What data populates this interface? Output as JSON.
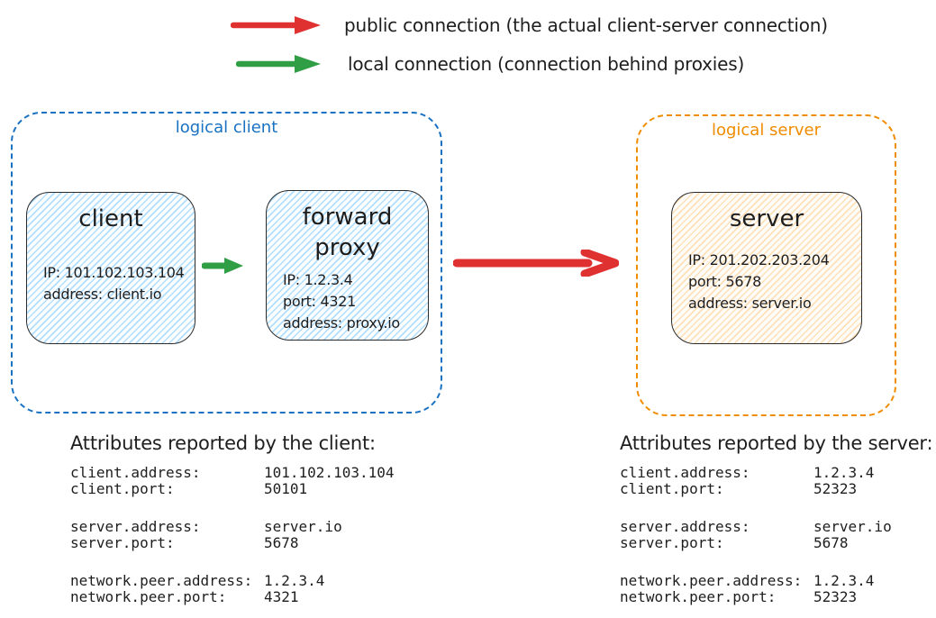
{
  "colors": {
    "public_connection": "#e03131",
    "local_connection": "#2f9e44",
    "logical_client": "#1971c2",
    "logical_server": "#f08c00",
    "ink": "#1e1e1e"
  },
  "legend": {
    "public": {
      "label": "public connection (the actual client-server connection)"
    },
    "local": {
      "label": "local connection (connection behind proxies)"
    }
  },
  "diagram": {
    "logical_client_label": "logical client",
    "logical_server_label": "logical server",
    "client": {
      "title": "client",
      "lines": [
        "IP: 101.102.103.104",
        "address: client.io"
      ]
    },
    "forward_proxy": {
      "title": "forward proxy",
      "lines": [
        "IP: 1.2.3.4",
        "port: 4321",
        "address: proxy.io"
      ]
    },
    "server": {
      "title": "server",
      "lines": [
        "IP: 201.202.203.204",
        "port: 5678",
        "address: server.io"
      ]
    }
  },
  "attributes": {
    "client": {
      "heading": "Attributes reported by the client:",
      "rows": [
        {
          "key": "client.address:",
          "value": "101.102.103.104"
        },
        {
          "key": "client.port:",
          "value": "50101"
        },
        {
          "key": "server.address:",
          "value": "server.io"
        },
        {
          "key": "server.port:",
          "value": "5678"
        },
        {
          "key": "network.peer.address:",
          "value": "1.2.3.4"
        },
        {
          "key": "network.peer.port:",
          "value": "4321"
        }
      ]
    },
    "server": {
      "heading": "Attributes reported by the server:",
      "rows": [
        {
          "key": "client.address:",
          "value": "1.2.3.4"
        },
        {
          "key": "client.port:",
          "value": "52323"
        },
        {
          "key": "server.address:",
          "value": "server.io"
        },
        {
          "key": "server.port:",
          "value": "5678"
        },
        {
          "key": "network.peer.address:",
          "value": "1.2.3.4"
        },
        {
          "key": "network.peer.port:",
          "value": "52323"
        }
      ]
    }
  }
}
